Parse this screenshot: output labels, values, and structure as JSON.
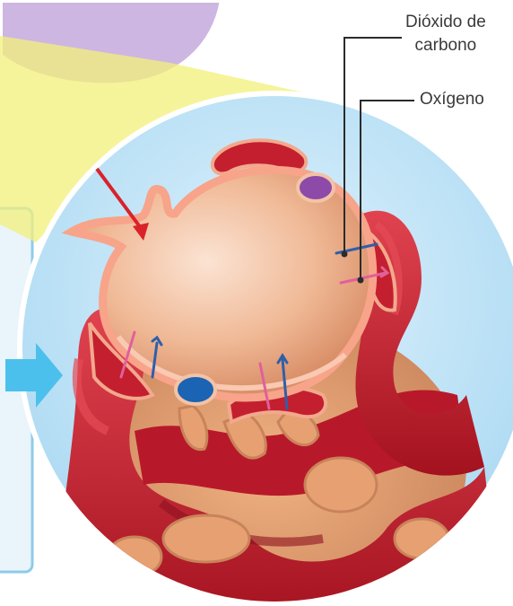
{
  "labels": {
    "co2_line1": "Dióxido de",
    "co2_line2": "carbono",
    "o2": "Oxígeno"
  },
  "colors": {
    "frame_bg": "#eaf4fb",
    "frame_border": "#8ecbe9",
    "zoom_cone": "#f1f07a",
    "top_cell": "#cdb6e2",
    "circle_bg": "#bfe3f6",
    "circle_border": "#ffffff",
    "arrow_blue": "#4cc0ec",
    "alveolus_wall": "#f2a98d",
    "alveolus_fill": "#f2c3a6",
    "capillary": "#c41f2f",
    "capillary_dark": "#8e1020",
    "capillary_light": "#e44b56",
    "tissue": "#e6a072",
    "cell_purple": "#8d4aa8",
    "cell_blue": "#1b63b3",
    "co2_arrow": "#2f5fa8",
    "o2_arrow": "#e0609a",
    "air_arrow": "#d8232a",
    "leader_line": "#2b2b2b"
  }
}
